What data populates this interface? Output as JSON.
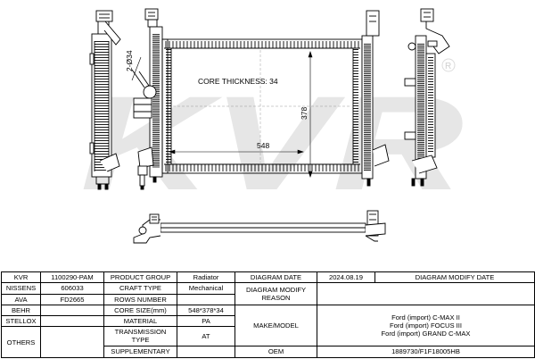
{
  "drawing": {
    "core_thickness": "CORE THICKNESS: 34",
    "width_dim": "548",
    "height_dim": "378",
    "pipe_dim": "2-Ø34",
    "watermark": "KVR",
    "registered_mark": "R"
  },
  "table": {
    "row1": {
      "brand": "KVR",
      "code": "1100290-PAM",
      "product_group_label": "PRODUCT GROUP",
      "product_group_value": "Radiator",
      "diagram_date_label": "DIAGRAM DATE",
      "diagram_date_value": "2024.08.19",
      "diagram_modify_date_label": "DIAGRAM MODIFY DATE"
    },
    "row2": {
      "brand": "NISSENS",
      "code": "606033",
      "craft_type_label": "CRAFT TYPE",
      "craft_type_value": "Mechanical",
      "modify_reason_label": "DIAGRAM MODIFY REASON"
    },
    "row3": {
      "brand": "AVA",
      "code": "FD2665",
      "rows_number_label": "ROWS NUMBER"
    },
    "row4": {
      "brand": "BEHR",
      "code": "",
      "core_size_label": "CORE SIZE(mm)",
      "core_size_value": "548*378*34",
      "make_model_label": "MAKE/MODEL",
      "models": [
        "Ford (import) C-MAX II",
        "Ford (import) FOCUS III",
        "Ford (import) GRAND C-MAX"
      ]
    },
    "row5": {
      "brand": "STELLOX",
      "code": "",
      "material_label": "MATERIAL",
      "material_value": "PA"
    },
    "row6": {
      "brand": "OTHERS",
      "code": "",
      "transmission_label": "TRANSMISSION TYPE",
      "transmission_value": "AT",
      "oem_label": "OEM",
      "oem_value": "1889730/F1F18005HB"
    },
    "row7": {
      "supplementary_label": "SUPPLEMENTARY"
    }
  }
}
